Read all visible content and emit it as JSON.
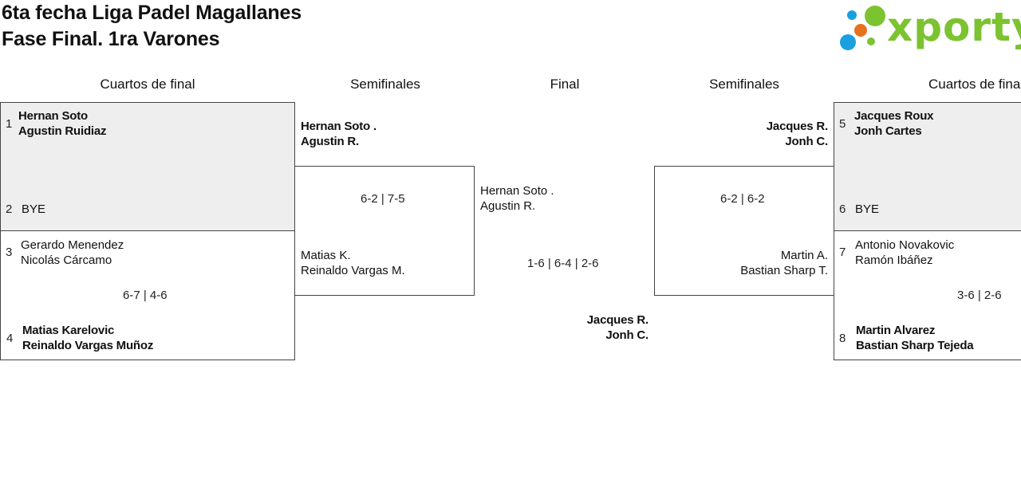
{
  "header": {
    "title_line1": "6ta fecha Liga Padel Magallanes",
    "title_line2": "Fase Final. 1ra Varones"
  },
  "logo": {
    "text": "xporty",
    "icon": "colored-dots-icon",
    "colors": {
      "green": "#7cc330",
      "blue": "#1aa0e0",
      "orange": "#e8711c"
    }
  },
  "columns": {
    "left_quarters": "Cuartos de final",
    "left_semis": "Semifinales",
    "final": "Final",
    "right_semis": "Semifinales",
    "right_quarters": "Cuartos de final"
  },
  "left_quarters": {
    "match1": {
      "seed_a": "1",
      "a1": "Hernan Soto",
      "a2": "Agustin Ruidiaz",
      "seed_b": "2",
      "b1": "BYE"
    },
    "match2": {
      "seed_a": "3",
      "a1": "Gerardo Menendez",
      "a2": "Nicolás Cárcamo",
      "score": "6-7 | 4-6",
      "seed_b": "4",
      "b1": "Matias Karelovic",
      "b2": "Reinaldo Vargas Muñoz"
    }
  },
  "left_semis": {
    "t1a": "Hernan Soto .",
    "t1b": "Agustin R.",
    "score": "6-2 | 7-5",
    "t2a": "Matias K.",
    "t2b": "Reinaldo Vargas M."
  },
  "final": {
    "t1a": "Hernan Soto .",
    "t1b": "Agustin R.",
    "score": "1-6 | 6-4 | 2-6",
    "t2a": "Jacques R.",
    "t2b": "Jonh C."
  },
  "right_semis": {
    "t1a": "Jacques R.",
    "t1b": "Jonh C.",
    "score": "6-2 | 6-2",
    "t2a": "Martin A.",
    "t2b": "Bastian Sharp T."
  },
  "right_quarters": {
    "match1": {
      "seed_a": "5",
      "a1": "Jacques Roux",
      "a2": "Jonh Cartes",
      "seed_b": "6",
      "b1": "BYE"
    },
    "match2": {
      "seed_a": "7",
      "a1": "Antonio Novakovic",
      "a2": "Ramón Ibáñez",
      "score": "3-6 | 2-6",
      "seed_b": "8",
      "b1": "Martin Alvarez",
      "b2": "Bastian Sharp Tejeda"
    }
  }
}
